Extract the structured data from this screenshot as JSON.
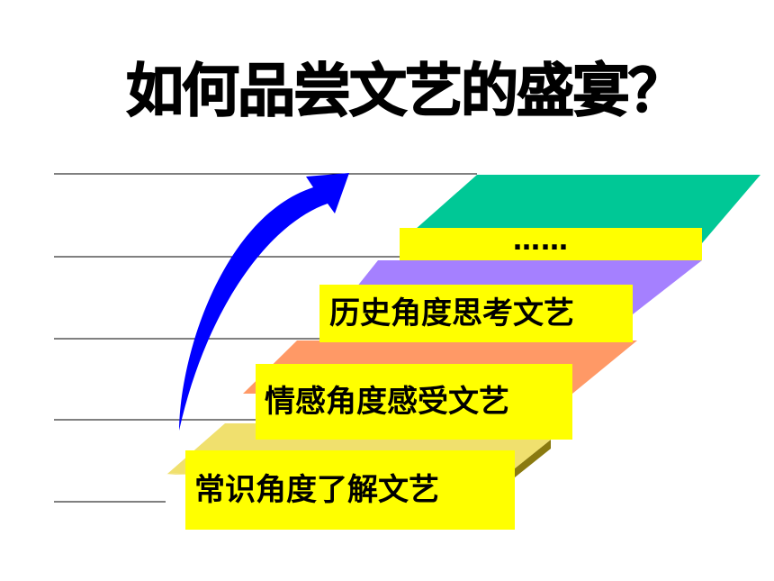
{
  "title": "如何品尝文艺的盛宴？",
  "steps": [
    {
      "label": "常识角度了解文艺",
      "color": "#f0e06e"
    },
    {
      "label": "情感角度感受文艺",
      "color": "#ff9966"
    },
    {
      "label": "历史角度思考文艺",
      "color": "#a580ff"
    },
    {
      "label": "……",
      "color": "#00c896"
    }
  ],
  "colors": {
    "label_fill": "#ffff00",
    "arrow": "#0000ff",
    "lines": "#000000"
  },
  "icons": {
    "arrow": "curved-up-arrow-icon"
  }
}
